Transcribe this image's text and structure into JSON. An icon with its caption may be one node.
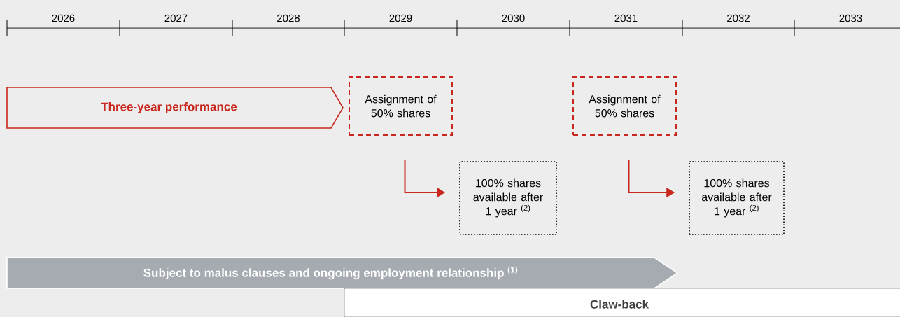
{
  "diagram": {
    "nodes": [
      {
        "text": [
          "Three-year performance"
        ]
      },
      {
        "text": [
          "Assignment of 50% shares"
        ]
      },
      {
        "text": [
          "Assignment of 50% shares"
        ]
      },
      {
        "text": [
          "100% shares available after 1 year $^{(2)}$"
        ]
      },
      {
        "text": [
          "100% shares available after 1 year $^{(2)}$"
        ]
      },
      {
        "text": [
          "Subject to malus clauses and ongoing employment relationship $^{(1)}$"
        ]
      },
      {
        "text": [
          "Claw-back"
        ]
      }
    ],
    "edges": [
      {
        "from": 1,
        "to": 3,
        "arrow": "to"
      },
      {
        "from": 2,
        "to": 4,
        "arrow": "to"
      }
    ],
    "labels": [
      "2026",
      "2027",
      "2028",
      "2029",
      "2030",
      "2031",
      "2032",
      "2033"
    ]
  }
}
